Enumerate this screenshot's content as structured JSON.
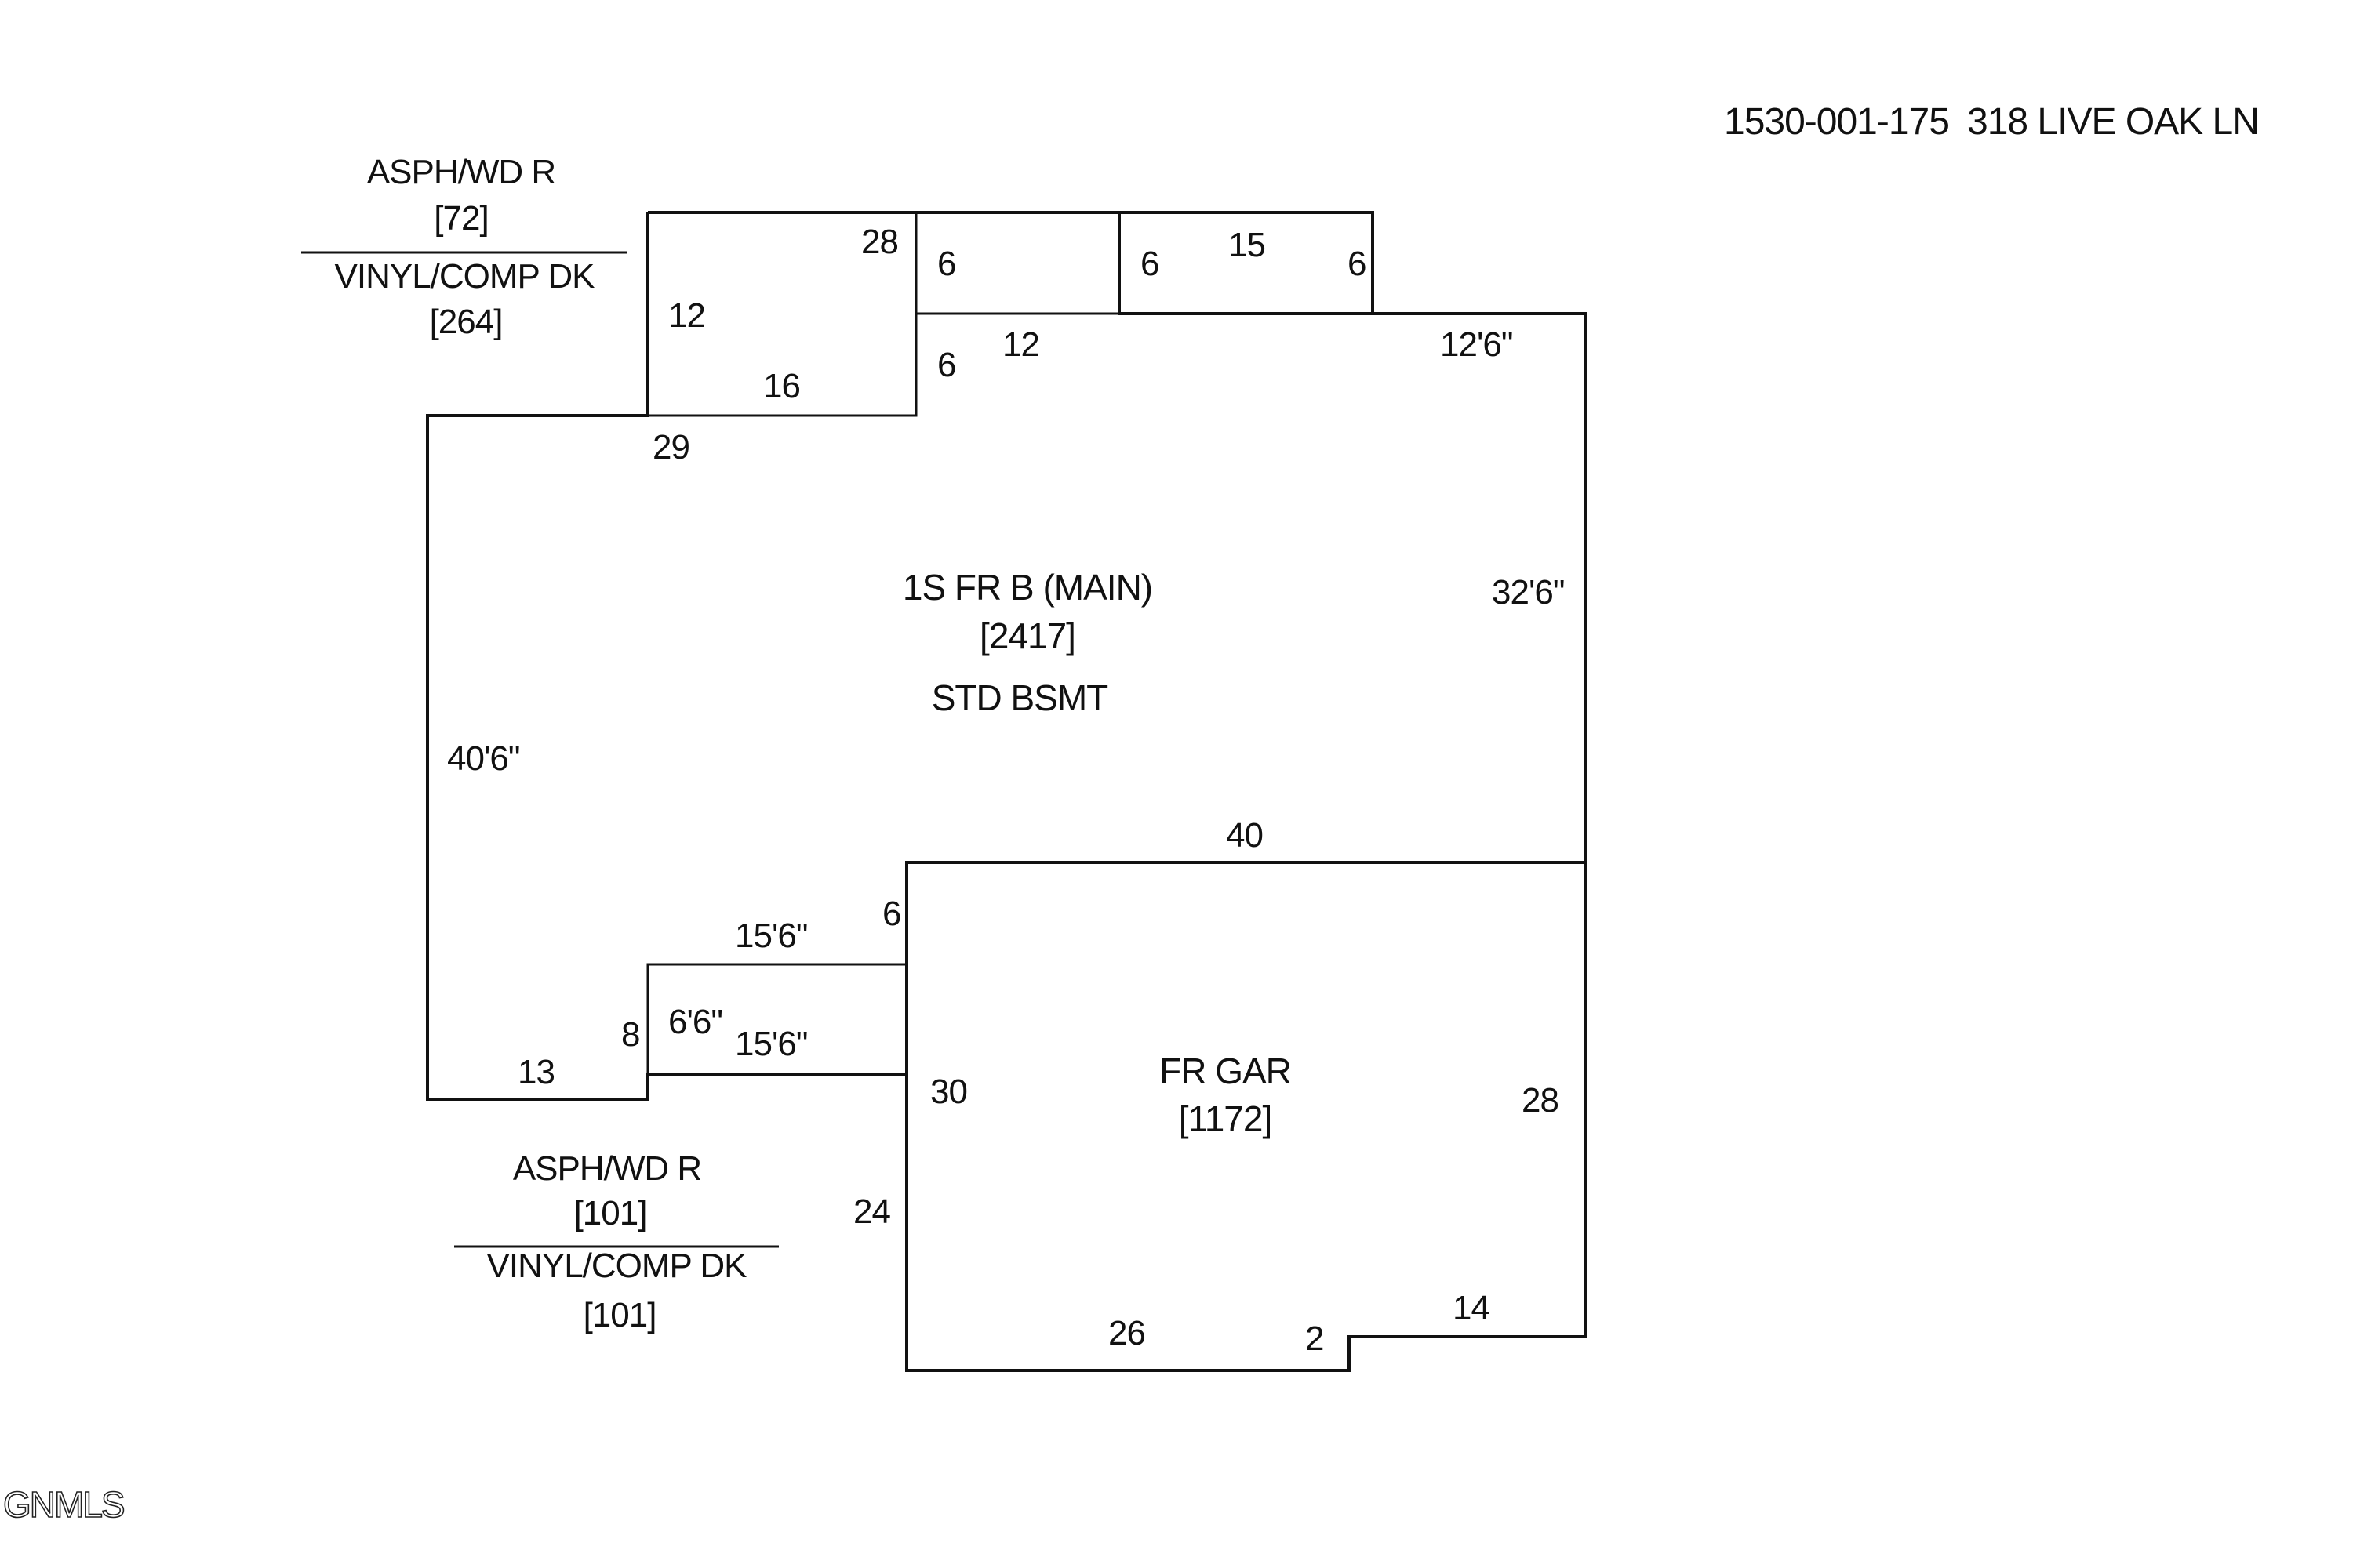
{
  "header": {
    "parcel_id": "1530-001-175",
    "address": "318 LIVE OAK LN"
  },
  "watermark": "GNMLS",
  "areas": {
    "main": {
      "name": "1S FR B (MAIN)",
      "sqft": "[2417]",
      "basement": "STD BSMT"
    },
    "garage": {
      "name": "FR GAR",
      "sqft": "[1172]"
    },
    "rear_deck": {
      "roof_name": "ASPH/WD R",
      "roof_sqft": "[72]",
      "deck_name": "VINYL/COMP DK",
      "deck_sqft": "[264]"
    },
    "front_porch": {
      "roof_name": "ASPH/WD R",
      "roof_sqft": "[101]",
      "deck_name": "VINYL/COMP DK",
      "deck_sqft": "[101]"
    }
  },
  "dimensions": {
    "deck_top": "28",
    "deck_left": "12",
    "deck_bottom": "16",
    "main_top_left": "29",
    "bump_left_top": "6",
    "bump_left_bottom": "6",
    "bump_bottom": "12",
    "bump_right": "6",
    "main_top_mid": "15",
    "main_step": "6",
    "main_top_right": "12'6\"",
    "main_right": "32'6\"",
    "main_left": "40'6\"",
    "main_garage_edge": "40",
    "porch_top": "15'6\"",
    "porch_right_upper": "6",
    "porch_left": "6'6\"",
    "porch_bottom": "15'6\"",
    "porch_left_outer": "8",
    "main_bottom_left": "13",
    "garage_left_upper": "30",
    "garage_left_lower": "24",
    "garage_right": "28",
    "garage_bottom": "26",
    "garage_step": "2",
    "garage_bottom_right": "14"
  }
}
